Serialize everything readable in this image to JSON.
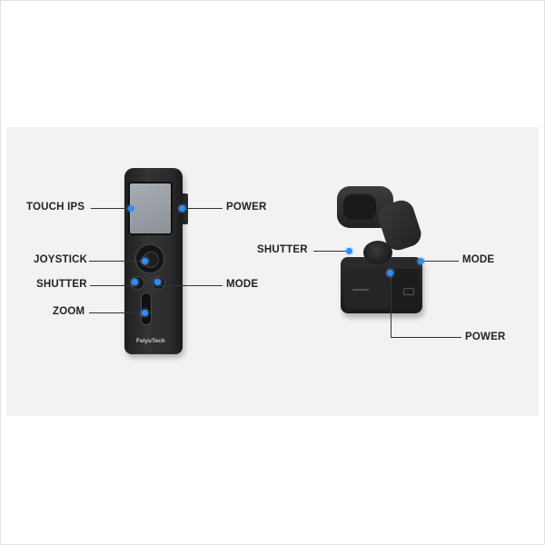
{
  "labels": {
    "touch_ips": "TOUCH IPS",
    "joystick": "JOYSTICK",
    "shutter_left": "SHUTTER",
    "zoom": "ZOOM",
    "power_left": "POWER",
    "mode_left": "MODE",
    "shutter_right": "SHUTTER",
    "mode_right": "MODE",
    "power_right": "POWER"
  },
  "brand": "FeiyuTech",
  "colors": {
    "callout_dot": "#2f8ef0",
    "panel_bg": "#f2f2f2",
    "device_body": "#2a2a2c"
  }
}
